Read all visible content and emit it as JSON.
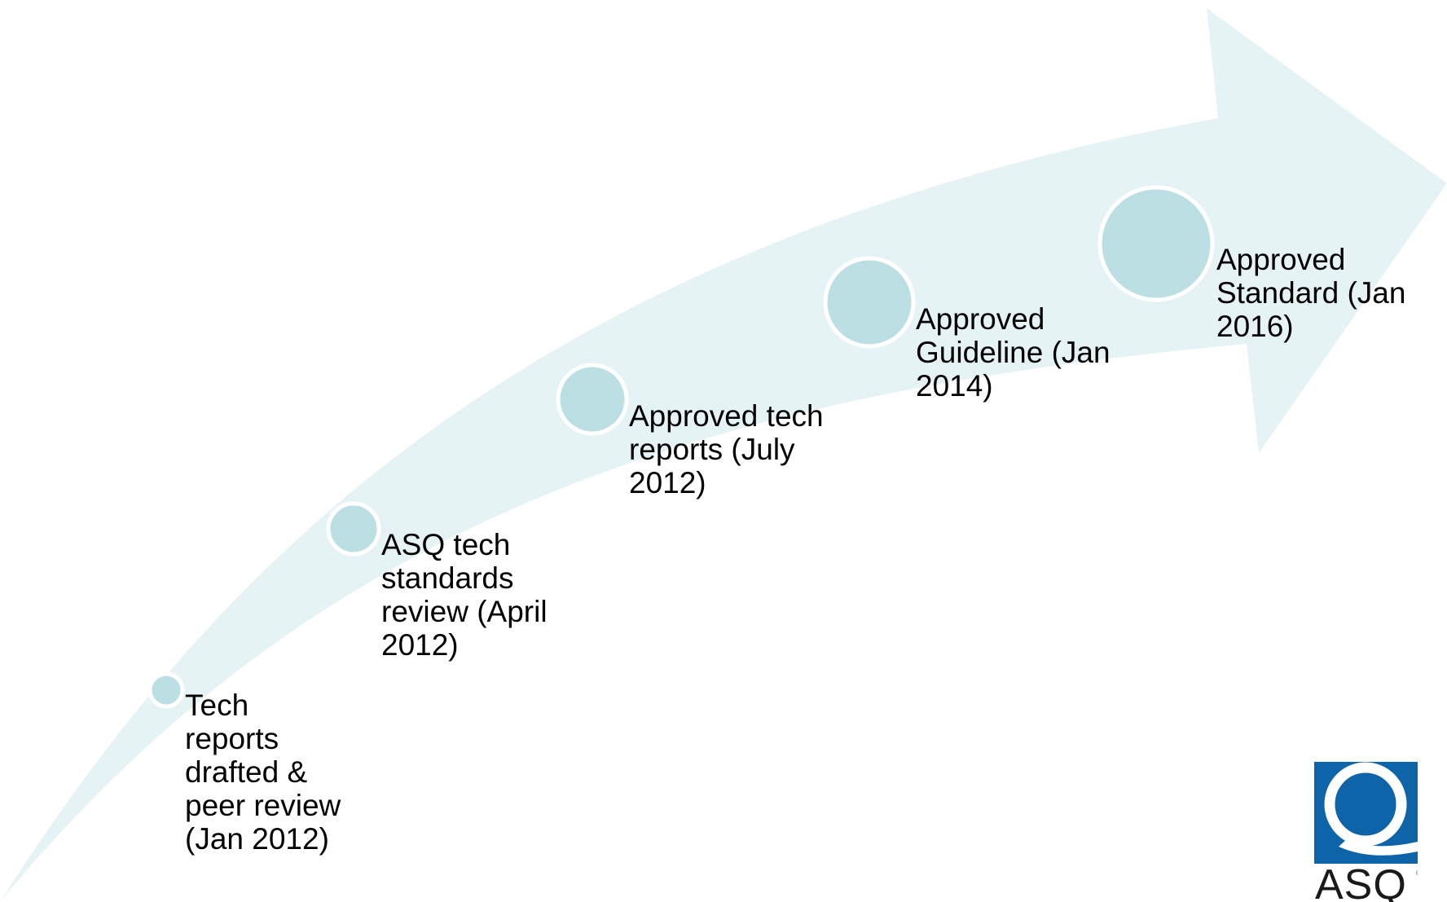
{
  "colors": {
    "arrow_fill": "#e6f3f5",
    "circle_fill": "#bcdfe3",
    "circle_stroke": "#ffffff",
    "label_text": "#000000",
    "logo_blue": "#0d64a9"
  },
  "steps": [
    {
      "label": "Tech\nreports\ndrafted &\npeer review\n(Jan 2012)"
    },
    {
      "label": "ASQ tech\nstandards\nreview (April\n2012)"
    },
    {
      "label": "Approved tech\nreports  (July\n2012)"
    },
    {
      "label": "Approved\nGuideline (Jan\n2014)"
    },
    {
      "label": "Approved\nStandard (Jan\n2016)"
    }
  ],
  "logo": {
    "text": "ASQ",
    "registered_mark": "®",
    "icon": "asq-q-icon"
  }
}
